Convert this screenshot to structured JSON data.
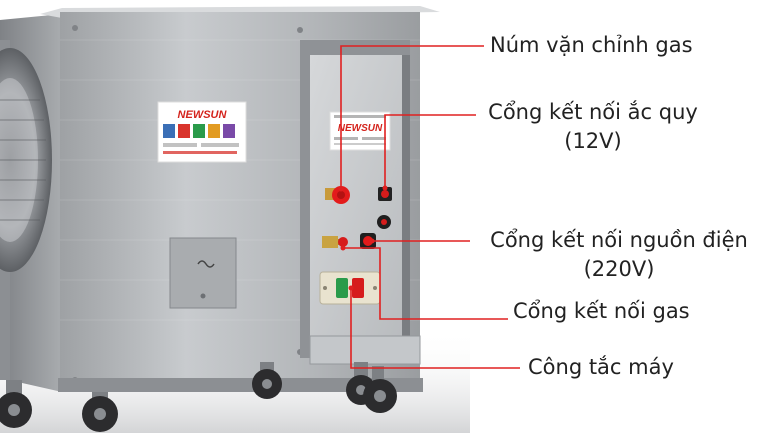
{
  "brand": {
    "logo_text": "NEWSUN"
  },
  "callouts": [
    {
      "id": "gas-knob",
      "lines": [
        "Núm vặn chỉnh gas"
      ]
    },
    {
      "id": "battery-port",
      "lines": [
        "Cổng kết nối ắc quy",
        "(12V)"
      ]
    },
    {
      "id": "power-port",
      "lines": [
        "Cổng kết nối nguồn điện",
        "(220V)"
      ]
    },
    {
      "id": "gas-port",
      "lines": [
        "Cổng kết nối gas"
      ]
    },
    {
      "id": "machine-switch",
      "lines": [
        "Công tắc máy"
      ]
    }
  ],
  "colors": {
    "leader_line": "#e02020",
    "label_text": "#222222",
    "cabinet_steel": "#b9bcbf",
    "knob_red": "#e31b1b"
  }
}
